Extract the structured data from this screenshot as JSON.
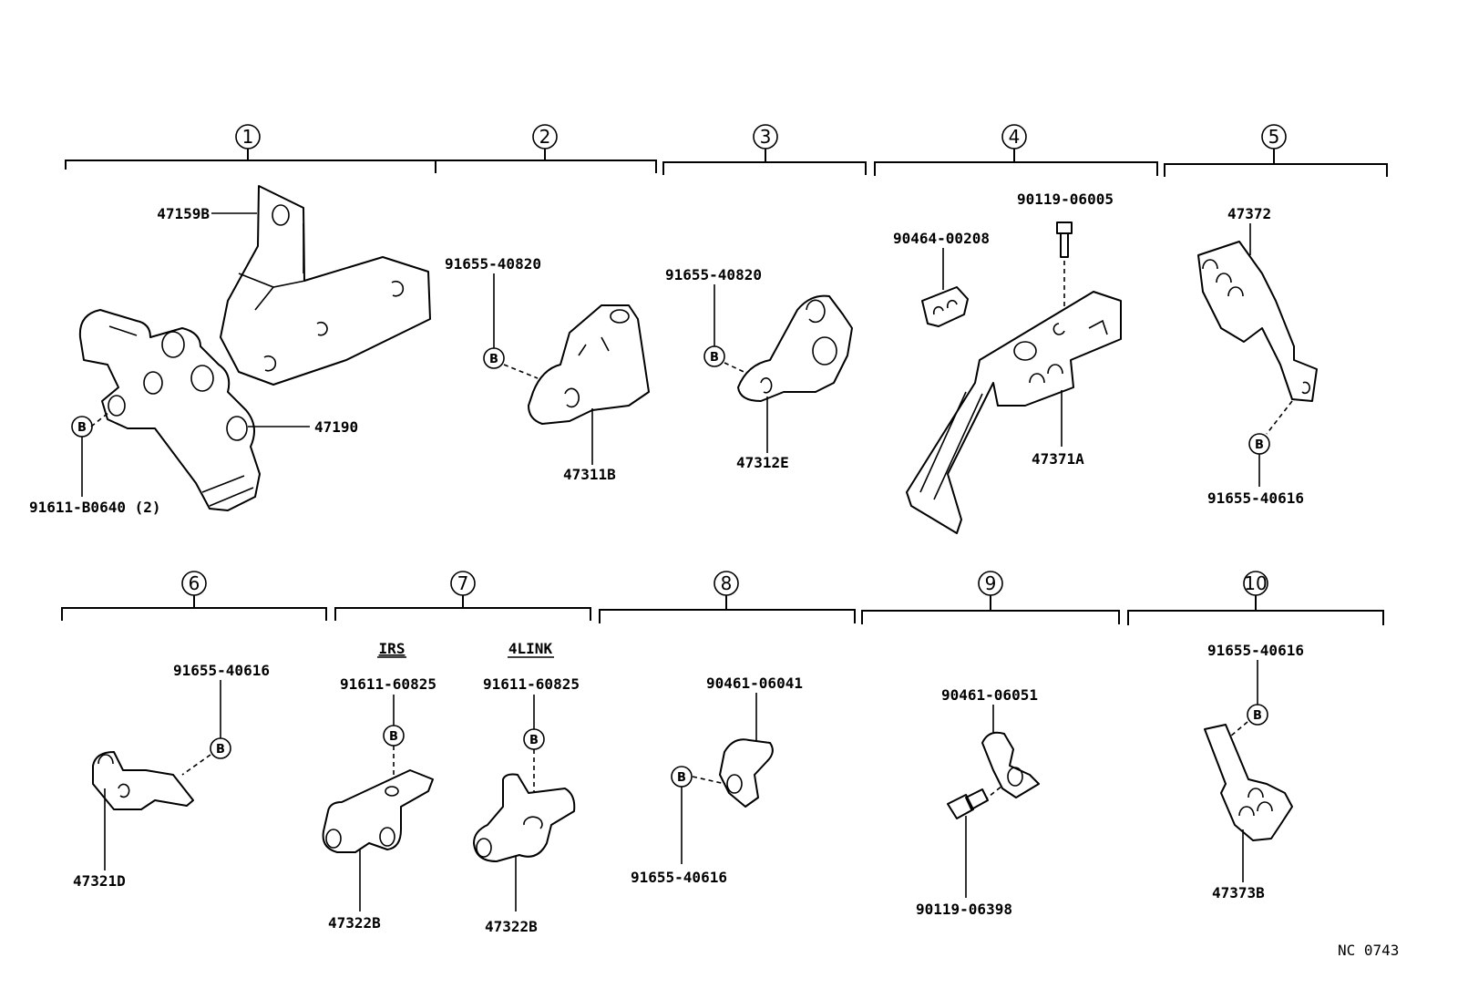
{
  "groups": [
    {
      "number": "1",
      "labels": {
        "bracket": "47159B",
        "valve": "47190",
        "bolt": "91611-B0640 (2)"
      },
      "bolt_marker": "B"
    },
    {
      "number": "2",
      "labels": {
        "bolt": "91655-40820",
        "part": "47311B"
      },
      "bolt_marker": "B"
    },
    {
      "number": "3",
      "labels": {
        "bolt": "91655-40820",
        "part": "47312E"
      },
      "bolt_marker": "B"
    },
    {
      "number": "4",
      "labels": {
        "clip": "90464-00208",
        "bolt": "90119-06005",
        "part": "47371A"
      }
    },
    {
      "number": "5",
      "labels": {
        "part": "47372",
        "bolt": "91655-40616"
      },
      "bolt_marker": "B"
    },
    {
      "number": "6",
      "labels": {
        "bolt": "91655-40616",
        "part": "47321D"
      },
      "bolt_marker": "B"
    },
    {
      "number": "7",
      "labels": {
        "variant_a": "IRS",
        "variant_b": "4LINK",
        "bolt_a": "91611-60825",
        "bolt_b": "91611-60825",
        "part_a": "47322B",
        "part_b": "47322B"
      },
      "bolt_marker": "B"
    },
    {
      "number": "8",
      "labels": {
        "clamp": "90461-06041",
        "bolt": "91655-40616"
      },
      "bolt_marker": "B"
    },
    {
      "number": "9",
      "labels": {
        "clamp": "90461-06051",
        "bolt": "90119-06398"
      }
    },
    {
      "number": "10",
      "labels": {
        "bolt": "91655-40616",
        "part": "47373B"
      },
      "bolt_marker": "B"
    }
  ],
  "drawing_code": "NC 0743"
}
